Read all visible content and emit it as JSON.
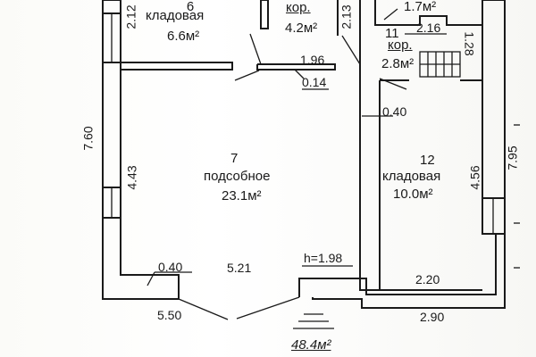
{
  "rooms": {
    "r6": {
      "number": "6",
      "name": "кладовая",
      "area": "6.6м²"
    },
    "kor_top": {
      "name": "кор.",
      "area": "4.2м²"
    },
    "r_top_right": {
      "area": "1.7м²"
    },
    "r11": {
      "number": "11",
      "name": "кор.",
      "area": "2.8м²"
    },
    "r7": {
      "number": "7",
      "name": "подсобное",
      "area": "23.1м²"
    },
    "r12": {
      "number": "12",
      "name": "кладовая",
      "area": "10.0м²"
    }
  },
  "dimensions": {
    "d212": "2.12",
    "d213": "2.13",
    "d216": "2.16",
    "d128": "1.28",
    "d196": "1.96",
    "d014": "0.14",
    "d040_right": "0.40",
    "d760": "7.60",
    "d443": "4.43",
    "d456": "4.56",
    "d795": "7.95",
    "d040_left": "0.40",
    "d521": "5.21",
    "height": "h=1.98",
    "d220": "2.20",
    "d550": "5.50",
    "d290": "2.90"
  },
  "total_area": "48.4м²"
}
